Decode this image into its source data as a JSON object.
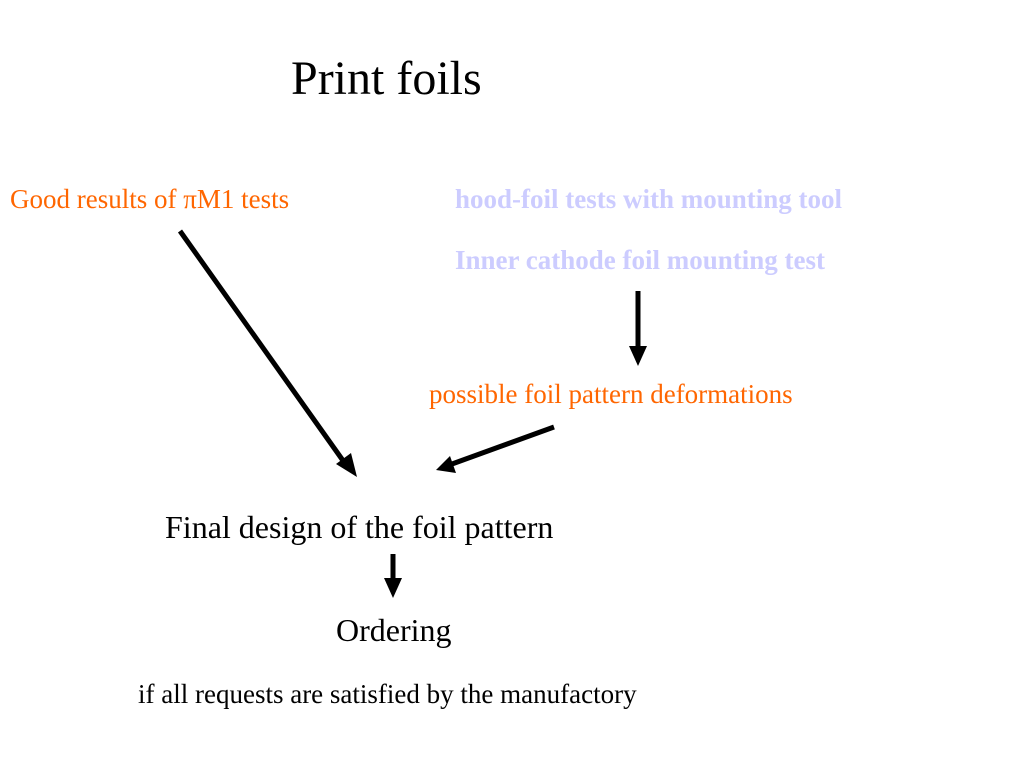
{
  "slide": {
    "title": "Print foils",
    "good_results": "Good results of πM1 tests",
    "hood_foil": "hood-foil tests with mounting  tool",
    "inner_cathode": "Inner cathode foil mounting test",
    "possible_deformations": "possible foil pattern deformations",
    "final_design": "Final design of the foil pattern",
    "ordering": "Ordering",
    "condition": "if all requests are satisfied by the manufactory"
  },
  "colors": {
    "orange": "#ff6600",
    "lavender": "#ccccff",
    "text": "#000000",
    "arrow": "#000000"
  }
}
